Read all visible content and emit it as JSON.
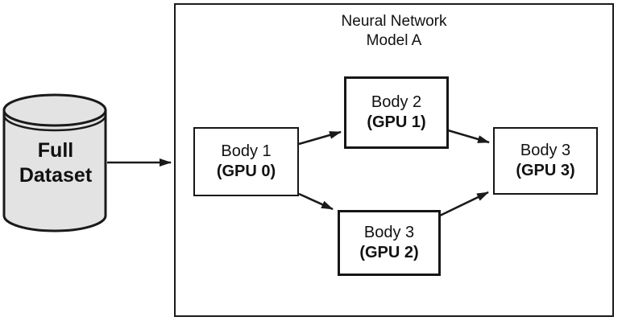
{
  "colors": {
    "stroke": "#1a1a1a",
    "cylinder_fill": "#e3e3e3",
    "box_fill": "#ffffff",
    "background": "#ffffff"
  },
  "dataset": {
    "line1": "Full",
    "line2": "Dataset"
  },
  "model": {
    "title_line1": "Neural Network",
    "title_line2": "Model A"
  },
  "nodes": [
    {
      "label": "Body 1",
      "gpu": "(GPU 0)"
    },
    {
      "label": "Body 2",
      "gpu": "(GPU 1)"
    },
    {
      "label": "Body 3",
      "gpu": "(GPU 2)"
    },
    {
      "label": "Body 3",
      "gpu": "(GPU 3)"
    }
  ],
  "edges": [
    {
      "from": "Full Dataset",
      "to": "Body 1 (GPU 0)"
    },
    {
      "from": "Body 1 (GPU 0)",
      "to": "Body 2 (GPU 1)"
    },
    {
      "from": "Body 1 (GPU 0)",
      "to": "Body 3 (GPU 2)"
    },
    {
      "from": "Body 2 (GPU 1)",
      "to": "Body 3 (GPU 3)"
    },
    {
      "from": "Body 3 (GPU 2)",
      "to": "Body 3 (GPU 3)"
    }
  ]
}
